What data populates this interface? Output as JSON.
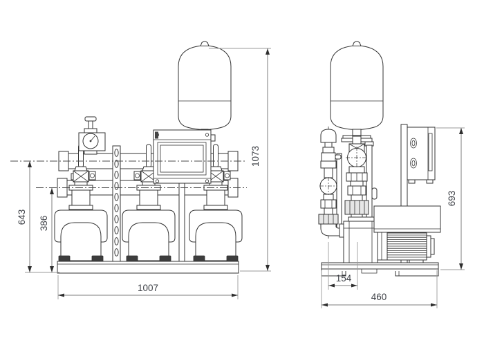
{
  "dimensions": {
    "front_total_height": "1073",
    "front_discharge_manifold_height": "643",
    "front_suction_manifold_height": "386",
    "front_base_width": "1007",
    "side_port_offset": "154",
    "side_base_depth": "460",
    "side_cabinet_height": "693"
  }
}
